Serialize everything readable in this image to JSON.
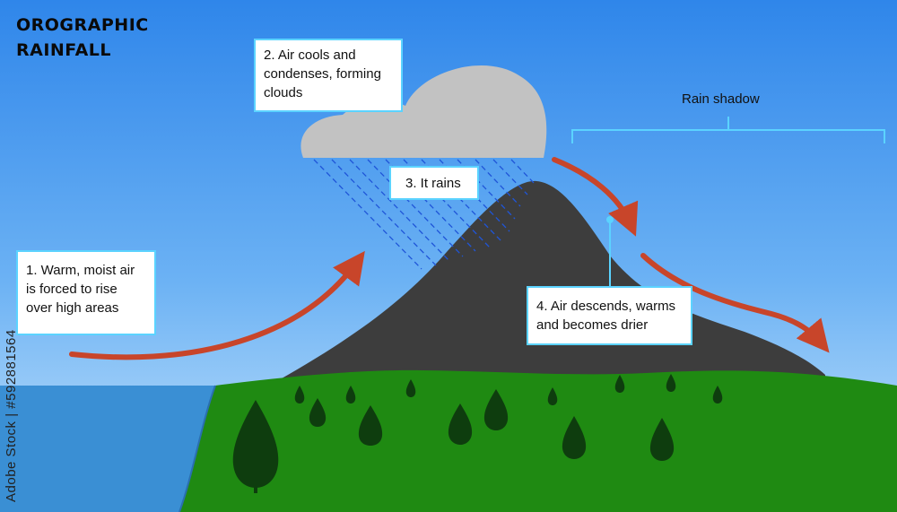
{
  "title": {
    "line1": "OROGRAPHIC",
    "line2": "RAINFALL"
  },
  "steps": [
    {
      "lines": [
        "1. Warm, moist air",
        "is forced to rise",
        "over high areas"
      ]
    },
    {
      "lines": [
        "2. Air cools and",
        "condenses, forming",
        "clouds"
      ]
    },
    {
      "lines": [
        "3. It rains"
      ]
    },
    {
      "lines": [
        "4. Air descends, warms",
        "and becomes drier"
      ]
    }
  ],
  "rain_shadow_label": "Rain shadow",
  "side_text": "Adobe Stock | #592881564",
  "colors": {
    "sky_top": "#2f86ea",
    "sky_bottom": "#c6e4fb",
    "sea": "#3a8fd4",
    "land": "#1f8a12",
    "mountain": "#3d3d3d",
    "cloud": "#c2c2c2",
    "arrow": "#c8452a",
    "rain": "#1f55d8",
    "accent": "#5bd3ff",
    "tree": "#0e3d0e"
  }
}
